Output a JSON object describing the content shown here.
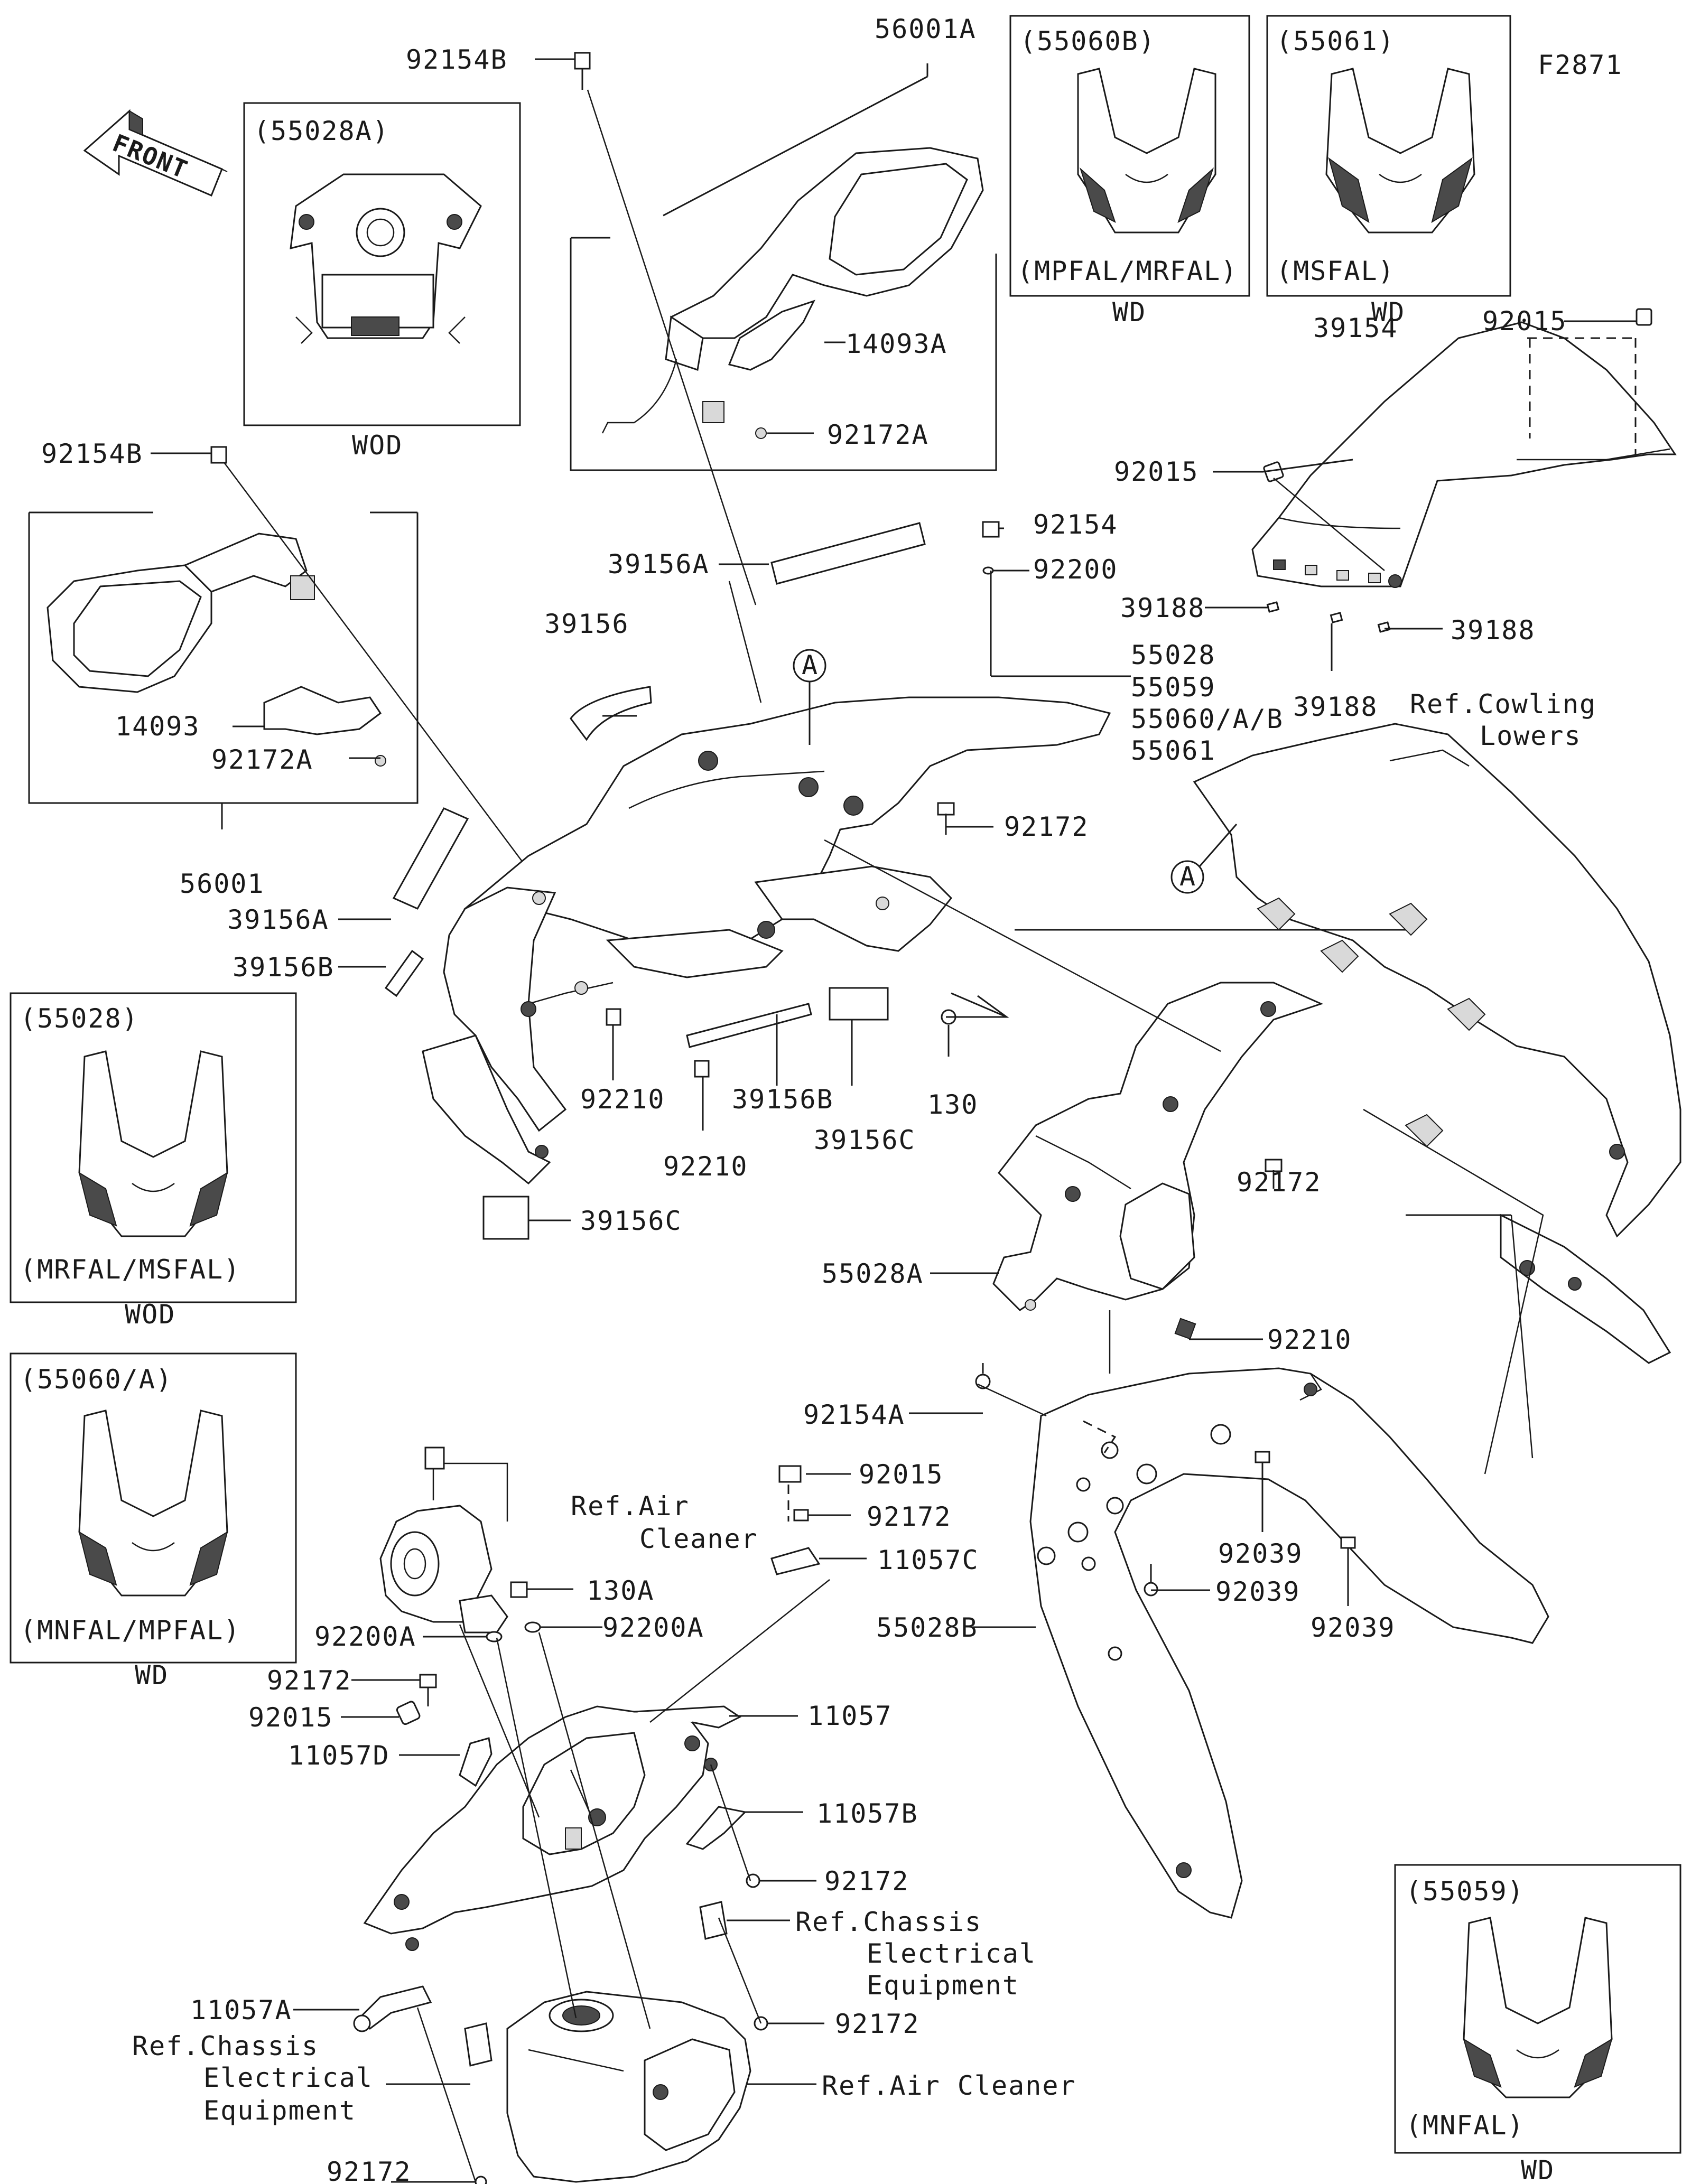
{
  "figure_code": "F2871",
  "front_arrow": {
    "text": "FRONT"
  },
  "callout_letter": "A",
  "variant_boxes": [
    {
      "part": "(55028A)",
      "note": "",
      "fitment": "WOD"
    },
    {
      "part": "(55060B)",
      "note": "(MPFAL/MRFAL)",
      "fitment": "WD"
    },
    {
      "part": "(55061)",
      "note": "(MSFAL)",
      "fitment": "WD"
    },
    {
      "part": "(55028)",
      "note": "(MRFAL/MSFAL)",
      "fitment": "WOD"
    },
    {
      "part": "(55060/A)",
      "note": "(MNFAL/MPFAL)",
      "fitment": "WD"
    },
    {
      "part": "(55059)",
      "note": "(MNFAL)",
      "fitment": "WD"
    }
  ],
  "labels": {
    "p92154B_top": "92154B",
    "p56001A": "56001A",
    "p14093A": "14093A",
    "p92172A_top": "92172A",
    "p92015_top": "92015",
    "p39154": "39154",
    "p92015_mid": "92015",
    "p92154B_left": "92154B",
    "p92154": "92154",
    "p92200": "92200",
    "p39156A_top": "39156A",
    "p39188_a": "39188",
    "p39188_b": "39188",
    "p39188_c": "39188",
    "p39156": "39156",
    "p55028": "55028",
    "p55059": "55059",
    "p55060AB": "55060/A/B",
    "p55061": "55061",
    "p14093": "14093",
    "p92172A_left": "92172A",
    "p56001": "56001",
    "p92172_a": "92172",
    "p39156A_left": "39156A",
    "p39156B_left": "39156B",
    "p92210_a": "92210",
    "p92210_b": "92210",
    "p39156B_mid": "39156B",
    "p39156C_mid": "39156C",
    "p130": "130",
    "p39156C_left": "39156C",
    "p92172_b": "92172",
    "p55028A": "55028A",
    "p92210_c": "92210",
    "p92154A": "92154A",
    "p92015_low": "92015",
    "p92172_c": "92172",
    "p11057C": "11057C",
    "p130A": "130A",
    "p92200A_a": "92200A",
    "p92200A_b": "92200A",
    "p55028B": "55028B",
    "p92039_a": "92039",
    "p92039_b": "92039",
    "p92039_c": "92039",
    "p92172_d": "92172",
    "p92015_d": "92015",
    "p11057": "11057",
    "p11057D": "11057D",
    "p11057B": "11057B",
    "p92172_e": "92172",
    "p11057A": "11057A",
    "p92172_f": "92172",
    "p92172_g": "92172"
  },
  "references": {
    "cowling_lowers_1": "Ref.Cowling",
    "cowling_lowers_2": "Lowers",
    "air_cleaner_1": "Ref.Air",
    "air_cleaner_2": "Cleaner",
    "chassis_right_1": "Ref.Chassis",
    "chassis_right_2": "Electrical",
    "chassis_right_3": "Equipment",
    "chassis_left_1": "Ref.Chassis",
    "chassis_left_2": "Electrical",
    "chassis_left_3": "Equipment",
    "air_cleaner_bottom": "Ref.Air Cleaner"
  }
}
